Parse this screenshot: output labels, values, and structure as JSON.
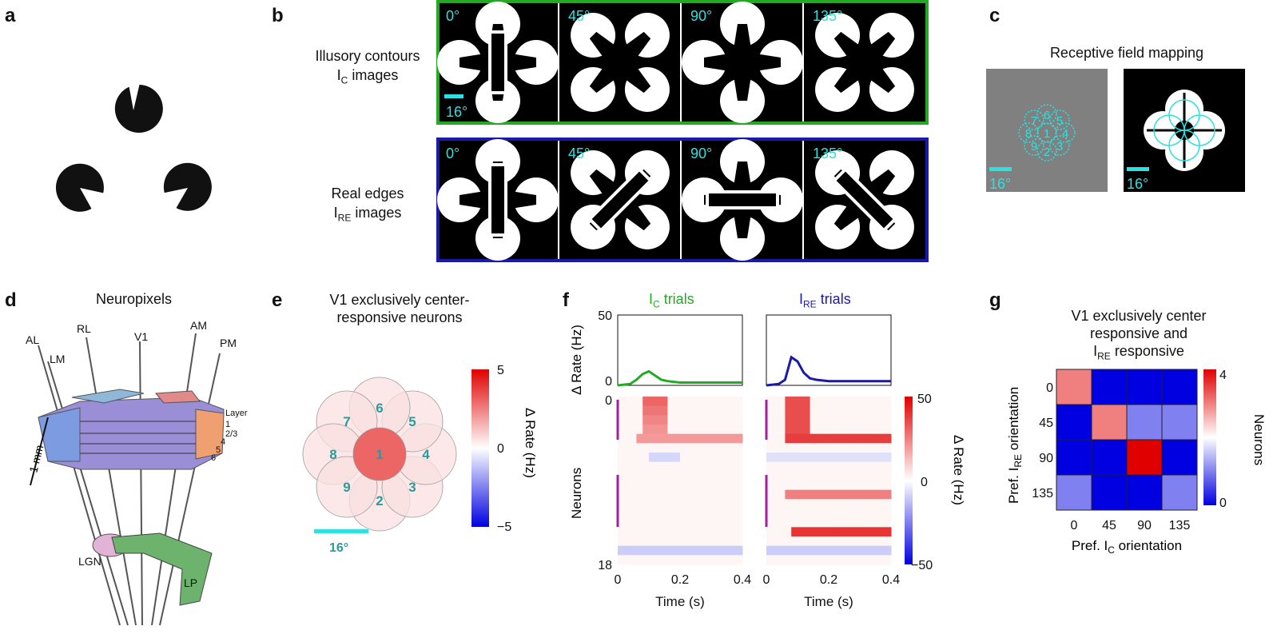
{
  "panels": {
    "a": "a",
    "b": "b",
    "c": "c",
    "d": "d",
    "e": "e",
    "f": "f",
    "g": "g"
  },
  "b": {
    "orientations": [
      "0°",
      "45°",
      "90°",
      "135°"
    ],
    "ic_label_1": "Illusory contours",
    "ic_label_2": "I",
    "ic_label_sub": "C",
    "ic_label_3": " images",
    "re_label_1": "Real edges",
    "re_label_2": "I",
    "re_label_sub": "RE",
    "re_label_3": " images",
    "scale": "16°",
    "green": "#22aa22",
    "blue": "#1a1aaa",
    "cyan": "#2ee0e0"
  },
  "c": {
    "title": "Receptive field mapping",
    "scale": "16°",
    "rf_numbers": [
      "1",
      "2",
      "3",
      "4",
      "5",
      "6",
      "7",
      "8",
      "9"
    ]
  },
  "d": {
    "title": "Neuropixels",
    "areas": [
      "AL",
      "LM",
      "RL",
      "V1",
      "AM",
      "PM",
      "LGN",
      "LP"
    ],
    "layer_title": "Layer",
    "layers": [
      "1",
      "2/3",
      "4",
      "5",
      "6"
    ],
    "scale": "1 mm"
  },
  "e": {
    "title_1": "V1 exclusively center-",
    "title_2": "responsive neurons",
    "numbers": [
      "1",
      "2",
      "3",
      "4",
      "5",
      "6",
      "7",
      "8",
      "9"
    ],
    "values": [
      3.0,
      0.6,
      0.6,
      0.6,
      0.6,
      0.6,
      0.6,
      0.6,
      0.6
    ],
    "cbar_ticks": [
      "5",
      "0",
      "−5"
    ],
    "cbar_label": "Δ Rate (Hz)",
    "scale": "16°"
  },
  "f": {
    "ic_title": "I",
    "ic_sub": "C",
    "ic_title_rest": " trials",
    "re_title": "I",
    "re_sub": "RE",
    "re_title_rest": " trials",
    "ylabel_top": "Δ Rate (Hz)",
    "ylabel_heat": "Neurons",
    "y_ticks_top": [
      "50",
      "0"
    ],
    "y_ticks_heat": [
      "0",
      "18"
    ],
    "x_ticks": [
      "0",
      "0.2",
      "0.4"
    ],
    "xlabel": "Time (s)",
    "cbar_ticks": [
      "50",
      "0",
      "−50"
    ],
    "cbar_label": "Δ Rate (Hz)",
    "magenta": "#a020a0"
  },
  "g": {
    "title_1": "V1 exclusively center",
    "title_2": "responsive and",
    "title_3": "I",
    "title_3_sub": "RE",
    "title_3_rest": " responsive",
    "ylabel": "Pref. I",
    "ylabel_sub": "RE",
    "ylabel_rest": " orientation",
    "xlabel": "Pref. I",
    "xlabel_sub": "C",
    "xlabel_rest": " orientation",
    "row_labels": [
      "0",
      "45",
      "90",
      "135"
    ],
    "col_labels": [
      "0",
      "45",
      "90",
      "135"
    ],
    "cbar_ticks": [
      "4",
      "0"
    ],
    "cbar_label": "Neurons"
  },
  "chart_data": [
    {
      "type": "heatmap",
      "title": "V1 exclusively center responsive neurons",
      "categories": [
        "1",
        "2",
        "3",
        "4",
        "5",
        "6",
        "7",
        "8",
        "9"
      ],
      "values": [
        3.0,
        0.6,
        0.6,
        0.6,
        0.6,
        0.6,
        0.6,
        0.6,
        0.6
      ],
      "ylabel": "Δ Rate (Hz)",
      "ylim": [
        -5,
        5
      ]
    },
    {
      "type": "line",
      "title": "I_C trials",
      "x": [
        0,
        0.02,
        0.04,
        0.06,
        0.08,
        0.1,
        0.12,
        0.14,
        0.16,
        0.2,
        0.25,
        0.3,
        0.35,
        0.4
      ],
      "series": [
        {
          "values": [
            0,
            0.5,
            1,
            4,
            8,
            10,
            7,
            4,
            3,
            2,
            2,
            2,
            2,
            2
          ]
        }
      ],
      "xlabel": "Time (s)",
      "ylabel": "Δ Rate (Hz)",
      "xlim": [
        0,
        0.4
      ],
      "ylim": [
        0,
        50
      ]
    },
    {
      "type": "line",
      "title": "I_RE trials",
      "x": [
        0,
        0.02,
        0.04,
        0.06,
        0.08,
        0.1,
        0.12,
        0.14,
        0.16,
        0.2,
        0.25,
        0.3,
        0.35,
        0.4
      ],
      "series": [
        {
          "values": [
            0,
            0.5,
            1,
            4,
            20,
            17,
            9,
            5,
            4,
            3,
            3,
            3,
            3,
            3
          ]
        }
      ],
      "xlabel": "Time (s)",
      "ylabel": "Δ Rate (Hz)",
      "xlim": [
        0,
        0.4
      ],
      "ylim": [
        0,
        50
      ]
    },
    {
      "type": "heatmap",
      "title": "V1 exclusively center responsive and I_RE responsive",
      "row_labels": [
        "0",
        "45",
        "90",
        "135"
      ],
      "col_labels": [
        "0",
        "45",
        "90",
        "135"
      ],
      "values": [
        [
          3,
          0,
          0,
          0
        ],
        [
          0,
          3,
          1,
          1
        ],
        [
          0,
          0,
          4,
          0
        ],
        [
          1,
          0,
          0,
          1
        ]
      ],
      "xlabel": "Pref. I_C orientation",
      "ylabel": "Pref. I_RE orientation",
      "ylim": [
        0,
        4
      ]
    }
  ]
}
